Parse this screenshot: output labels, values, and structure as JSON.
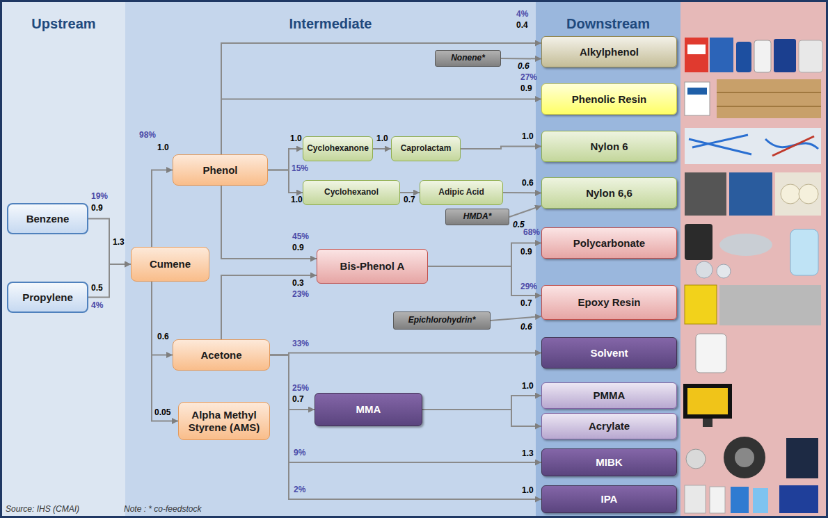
{
  "diagram": {
    "nodes": [
      {
        "text": [
          "Upstream"
        ]
      },
      {
        "text": [
          "Benzene"
        ],
        "in": 0
      },
      {
        "text": [
          "Propylene"
        ],
        "in": 0
      },
      {
        "text": [
          "Intermediate"
        ]
      },
      {
        "text": [
          "Cumene"
        ],
        "in": 3
      },
      {
        "text": [
          "Phenol"
        ],
        "in": 3
      },
      {
        "text": [
          "Acetone"
        ],
        "in": 3
      },
      {
        "text": [
          "Alpha Methyl Styrene (AMS)"
        ],
        "in": 3
      },
      {
        "text": [
          "Nonene*"
        ],
        "in": 3
      },
      {
        "text": [
          "Cyclohexanone"
        ],
        "in": 3
      },
      {
        "text": [
          "Caprolactam"
        ],
        "in": 3
      },
      {
        "text": [
          "Cyclohexanol"
        ],
        "in": 3
      },
      {
        "text": [
          "Adipic Acid"
        ],
        "in": 3
      },
      {
        "text": [
          "HMDA*"
        ],
        "in": 3
      },
      {
        "text": [
          "Bis-Phenol A"
        ],
        "in": 3
      },
      {
        "text": [
          "Epichlorohydrin*"
        ],
        "in": 3
      },
      {
        "text": [
          "MMA"
        ],
        "in": 3
      },
      {
        "text": [
          "Downstream"
        ]
      },
      {
        "text": [
          "Alkylphenol"
        ],
        "in": 17
      },
      {
        "text": [
          "Phenolic Resin"
        ],
        "in": 17
      },
      {
        "text": [
          "Nylon 6"
        ],
        "in": 17
      },
      {
        "text": [
          "Nylon 6,6"
        ],
        "in": 17
      },
      {
        "text": [
          "Polycarbonate"
        ],
        "in": 17
      },
      {
        "text": [
          "Epoxy Resin"
        ],
        "in": 17
      },
      {
        "text": [
          "Solvent"
        ],
        "in": 17
      },
      {
        "text": [
          "PMMA"
        ],
        "in": 17
      },
      {
        "text": [
          "Acrylate"
        ],
        "in": 17
      },
      {
        "text": [
          "MIBK"
        ],
        "in": 17
      },
      {
        "text": [
          "IPA"
        ],
        "in": 17
      }
    ],
    "edges": [
      {
        "from": 1,
        "to": 4,
        "arrow": "to"
      },
      {
        "from": 2,
        "to": 4,
        "arrow": "to"
      },
      {
        "from": 4,
        "to": 5,
        "arrow": "to"
      },
      {
        "from": 4,
        "to": 6,
        "arrow": "to"
      },
      {
        "from": 4,
        "to": 7,
        "arrow": "to"
      },
      {
        "from": 5,
        "to": 18,
        "arrow": "to"
      },
      {
        "from": 5,
        "to": 19,
        "arrow": "to"
      },
      {
        "from": 8,
        "to": 18,
        "arrow": "to"
      },
      {
        "from": 5,
        "to": 9,
        "arrow": "to"
      },
      {
        "from": 5,
        "to": 11,
        "arrow": "to"
      },
      {
        "from": 9,
        "to": 10,
        "arrow": "to"
      },
      {
        "from": 10,
        "to": 20,
        "arrow": "to"
      },
      {
        "from": 11,
        "to": 12,
        "arrow": "to"
      },
      {
        "from": 12,
        "to": 21,
        "arrow": "to"
      },
      {
        "from": 13,
        "to": 21,
        "arrow": "to"
      },
      {
        "from": 5,
        "to": 14,
        "arrow": "to"
      },
      {
        "from": 6,
        "to": 14,
        "arrow": "to"
      },
      {
        "from": 14,
        "to": 22,
        "arrow": "to"
      },
      {
        "from": 14,
        "to": 23,
        "arrow": "to"
      },
      {
        "from": 15,
        "to": 23,
        "arrow": "to"
      },
      {
        "from": 6,
        "to": 24,
        "arrow": "to"
      },
      {
        "from": 6,
        "to": 16,
        "arrow": "to"
      },
      {
        "from": 16,
        "to": 25,
        "arrow": "to"
      },
      {
        "from": 16,
        "to": 26,
        "arrow": "to"
      },
      {
        "from": 6,
        "to": 27,
        "arrow": "to"
      },
      {
        "from": 6,
        "to": 28,
        "arrow": "to"
      }
    ],
    "labels": [
      "4%",
      "0.4",
      "0.6",
      "27%",
      "0.9",
      "98%",
      "1.0",
      "1.0",
      "1.0",
      "1.0",
      "15%",
      "1.0",
      "0.7",
      "0.6",
      "0.5",
      "19%",
      "0.9",
      "1.3",
      "45%",
      "0.9",
      "68%",
      "0.9",
      "0.3",
      "23%",
      "0.5",
      "4%",
      "29%",
      "0.7",
      "0.6",
      "0.6",
      "33%",
      "25%",
      "0.7",
      "1.0",
      "0.05",
      "9%",
      "1.3",
      "2%",
      "1.0",
      "Source: IHS (CMAI)",
      "Note : * co-feedstock"
    ]
  }
}
